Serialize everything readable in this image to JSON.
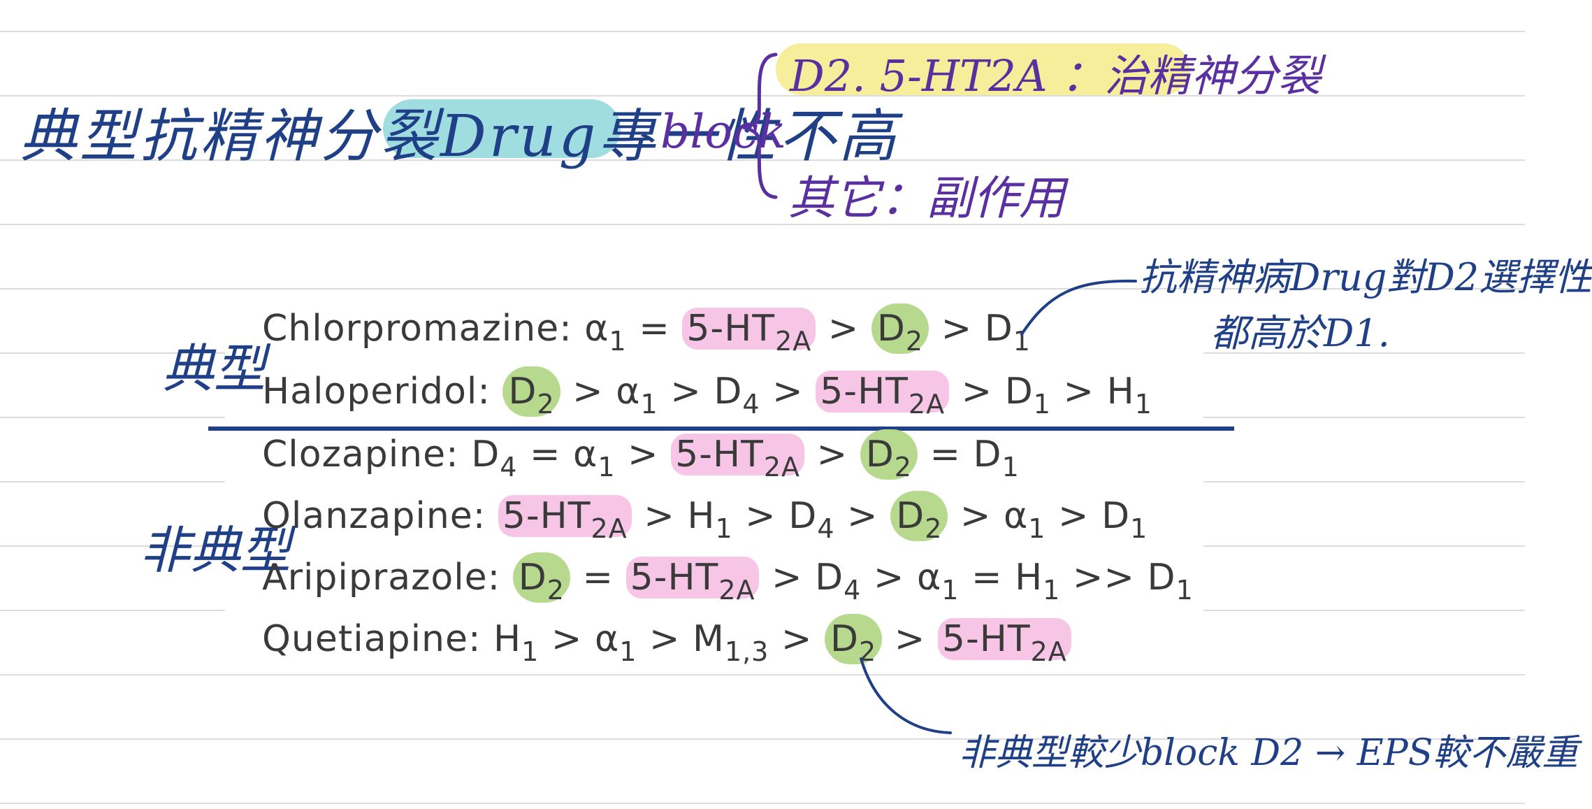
{
  "notes": {
    "title": "典型抗精神分裂Drug專一性不高",
    "block_word": "block",
    "branch_d2": "D2. 5-HT2A ：治精神分裂",
    "branch_other": "其它：副作用",
    "note_top_line1": "抗精神病Drug對D2選擇性",
    "note_top_line2": "都高於D1.",
    "note_bottom": "非典型較少block D2 → EPS較不嚴重",
    "label_typical": "典型",
    "label_atypical": "非典型"
  },
  "drugs": [
    {
      "name": "Chlorpromazine"
    },
    {
      "name": "Haloperidol"
    },
    {
      "name": "Clozapine"
    },
    {
      "name": "Olanzapine"
    },
    {
      "name": "Aripiprazole"
    },
    {
      "name": "Quetiapine"
    }
  ],
  "colors": {
    "ink_blue": "#1f3f86",
    "ink_purple": "#5a2fa0",
    "highlight_pink": "#f7c6e6",
    "highlight_green": "#b6d98e",
    "highlight_yellow": "#f6ee9a",
    "highlight_teal": "#9fdde0"
  }
}
